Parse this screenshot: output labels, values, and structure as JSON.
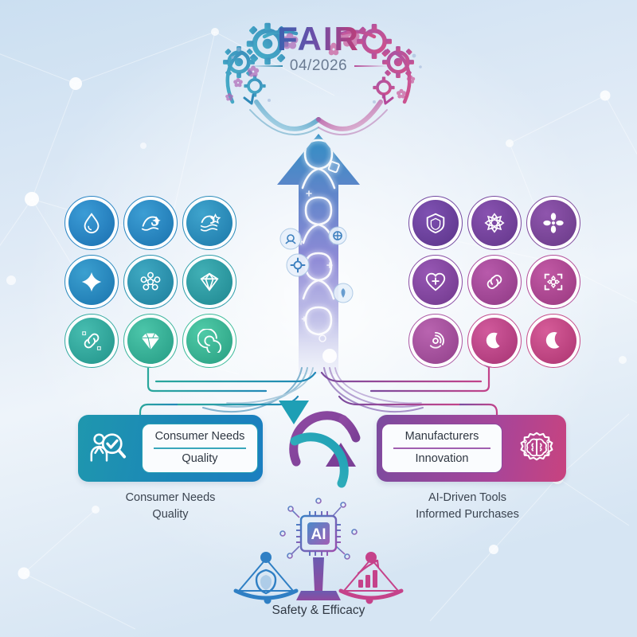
{
  "title": {
    "name": "FAIR",
    "date": "04/2026"
  },
  "colors": {
    "background_top": "#cfe1f2",
    "background_bottom": "#e8f0f8",
    "left_accent": "#1b86b8",
    "left_accent_alt": "#2fb3a5",
    "right_accent": "#7b4b9e",
    "right_accent_alt": "#c8437f",
    "title_gradient_start": "#3a62b0",
    "title_gradient_end": "#bf3d78",
    "text": "#2f3742"
  },
  "left_grid": {
    "label": "consumer-attribute-icons",
    "items": [
      {
        "icon": "water-drop-icon",
        "color": "#1e7ec2"
      },
      {
        "icon": "wave-sparkle-icon",
        "color": "#1e80bd"
      },
      {
        "icon": "wave-star-icon",
        "color": "#2086b5"
      },
      {
        "icon": "sparkle-icon",
        "color": "#1f84bb"
      },
      {
        "icon": "molecule-cluster-icon",
        "color": "#2290ad"
      },
      {
        "icon": "gem-shield-icon",
        "color": "#249aa4"
      },
      {
        "icon": "chain-link-icon",
        "color": "#2aa79c"
      },
      {
        "icon": "diamond-icon",
        "color": "#2eb096"
      },
      {
        "icon": "spiral-icon",
        "color": "#31b894"
      }
    ]
  },
  "right_grid": {
    "label": "manufacturer-attribute-icons",
    "items": [
      {
        "icon": "shield-icon",
        "color": "#6b3f9c"
      },
      {
        "icon": "gear-flower-icon",
        "color": "#74409b"
      },
      {
        "icon": "petal-cross-icon",
        "color": "#7b4399"
      },
      {
        "icon": "heart-plus-icon",
        "color": "#8344a0"
      },
      {
        "icon": "chain-link-icon",
        "color": "#a6459a"
      },
      {
        "icon": "focus-frame-icon",
        "color": "#b04494"
      },
      {
        "icon": "spiral-icon",
        "color": "#a8509f"
      },
      {
        "icon": "crescent-moon-icon",
        "color": "#bf4289"
      },
      {
        "icon": "crescent-moon-icon",
        "color": "#c54384"
      }
    ]
  },
  "cards": {
    "left": {
      "icon": "consumer-search-check-icon",
      "panel_primary": "Consumer Needs",
      "panel_secondary": "Quality",
      "caption_line1": "Consumer Needs",
      "caption_line2": "Quality"
    },
    "right": {
      "icon": "brain-gear-icon",
      "panel_primary": "Manufacturers",
      "panel_secondary": "Innovation",
      "caption_line1": "AI-Driven Tools",
      "caption_line2": "Informed Purchases"
    }
  },
  "center": {
    "arrow": "upward-growth-arrow",
    "arrow_direction": "up",
    "cycle_icon": "exchange-cycle-arrows"
  },
  "scale": {
    "chip_label": "AI",
    "left_pan_icon": "shield-icon",
    "right_pan_icon": "growth-bar-chart-icon",
    "caption": "Safety & Efficacy"
  }
}
